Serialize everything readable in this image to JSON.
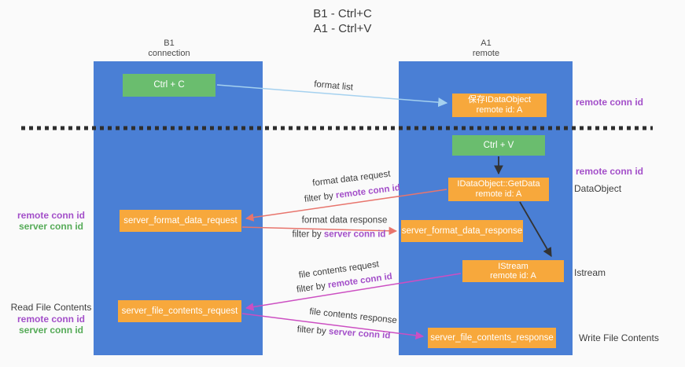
{
  "title": {
    "line1": "B1 - Ctrl+C",
    "line2": "A1 - Ctrl+V"
  },
  "lifelines": {
    "left": {
      "name": "B1",
      "role": "connection"
    },
    "right": {
      "name": "A1",
      "role": "remote"
    }
  },
  "nodes": {
    "ctrl_c": {
      "label": "Ctrl + C"
    },
    "ctrl_v": {
      "label": "Ctrl + V"
    },
    "save_dataobject": {
      "line1": "保存IDataObject",
      "line2": "remote id: A"
    },
    "getdata": {
      "line1": "IDataObject::GetData",
      "line2": "remote id: A"
    },
    "istream": {
      "line1": "IStream",
      "line2": "remote id: A"
    },
    "format_request": {
      "label": "server_format_data_request"
    },
    "format_response": {
      "label": "server_format_data_response"
    },
    "file_request": {
      "label": "server_file_contents_request"
    },
    "file_response": {
      "label": "server_file_contents_response"
    }
  },
  "edge_labels": {
    "format_list": "format list",
    "format_data_request": "format data request",
    "format_data_request_filter_prefix": "filter by ",
    "format_data_request_filter_key": "remote conn id",
    "format_data_response": "format data response",
    "format_data_response_filter_prefix": "filter by ",
    "format_data_response_filter_key": "server conn id",
    "file_contents_request": "file contents request",
    "file_contents_request_filter_prefix": "filter by ",
    "file_contents_request_filter_key": "remote conn id",
    "file_contents_response": "file contents response",
    "file_contents_response_filter_prefix": "filter by ",
    "file_contents_response_filter_key": "server conn id"
  },
  "side_labels": {
    "right_remote_conn_id_top": "remote conn id",
    "right_remote_conn_id_mid": "remote conn id",
    "right_dataobject": "DataObject",
    "right_istream": "Istream",
    "right_write_file": "Write File Contents",
    "left_remote_conn_id_mid": "remote conn id",
    "left_server_conn_id_mid": "server conn id",
    "left_read_file": "Read File Contents",
    "left_remote_conn_id_bot": "remote conn id",
    "left_server_conn_id_bot": "server conn id"
  },
  "colors": {
    "column_blue": "#4a7fd5",
    "box_green": "#6abd6e",
    "box_orange": "#f7a83c",
    "arrow_red": "#e8756d",
    "arrow_magenta": "#cc4fc2",
    "arrow_light_blue": "#a5d1ef",
    "arrow_black": "#333333",
    "label_purple": "#a34fc9",
    "label_green": "#56ab58"
  }
}
